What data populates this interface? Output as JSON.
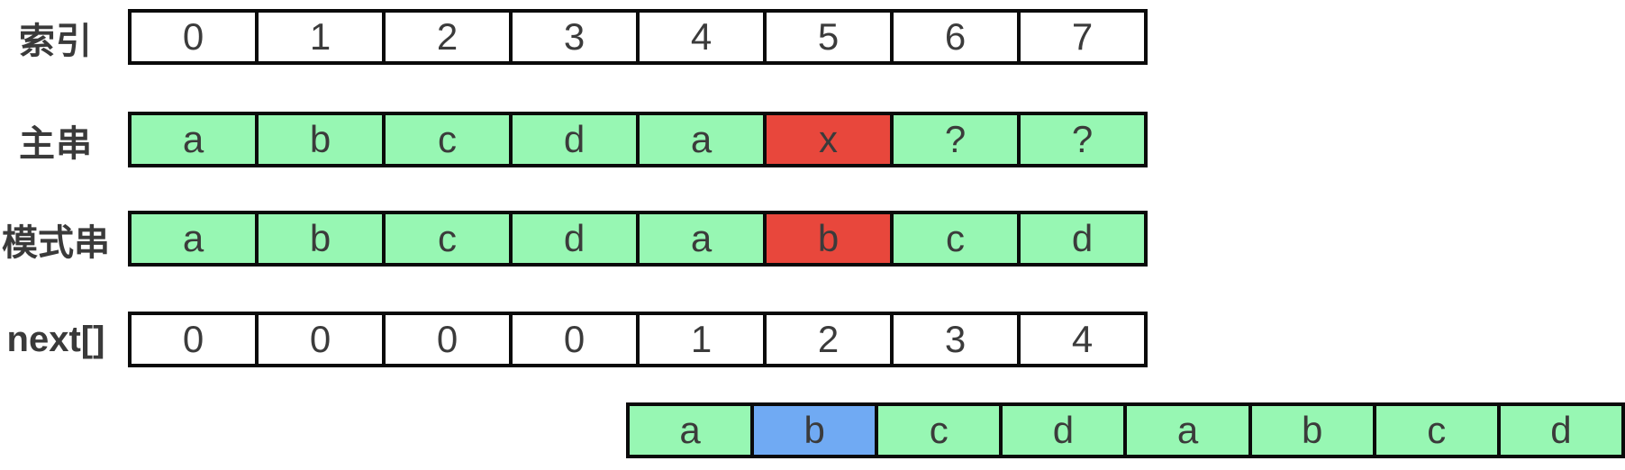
{
  "diagram": {
    "description": "KMP string matching shift illustration",
    "colors": {
      "background": "#ffffff",
      "border": "#0a0a0a",
      "label_text": "#3a3a3a",
      "cell_text": "#3b3b3b",
      "cell_white": "#ffffff",
      "cell_green": "#97f7b3",
      "cell_red": "#e8473c",
      "cell_blue": "#70aaf3"
    },
    "rows": [
      {
        "id": "index",
        "label": "索引",
        "cells": [
          {
            "text": "0",
            "fill": "white"
          },
          {
            "text": "1",
            "fill": "white"
          },
          {
            "text": "2",
            "fill": "white"
          },
          {
            "text": "3",
            "fill": "white"
          },
          {
            "text": "4",
            "fill": "white"
          },
          {
            "text": "5",
            "fill": "white"
          },
          {
            "text": "6",
            "fill": "white"
          },
          {
            "text": "7",
            "fill": "white"
          }
        ]
      },
      {
        "id": "main-string",
        "label": "主串",
        "cells": [
          {
            "text": "a",
            "fill": "green"
          },
          {
            "text": "b",
            "fill": "green"
          },
          {
            "text": "c",
            "fill": "green"
          },
          {
            "text": "d",
            "fill": "green"
          },
          {
            "text": "a",
            "fill": "green"
          },
          {
            "text": "x",
            "fill": "red"
          },
          {
            "text": "?",
            "fill": "green"
          },
          {
            "text": "?",
            "fill": "green"
          }
        ]
      },
      {
        "id": "pattern-string",
        "label": "模式串",
        "cells": [
          {
            "text": "a",
            "fill": "green"
          },
          {
            "text": "b",
            "fill": "green"
          },
          {
            "text": "c",
            "fill": "green"
          },
          {
            "text": "d",
            "fill": "green"
          },
          {
            "text": "a",
            "fill": "green"
          },
          {
            "text": "b",
            "fill": "red"
          },
          {
            "text": "c",
            "fill": "green"
          },
          {
            "text": "d",
            "fill": "green"
          }
        ]
      },
      {
        "id": "next-array",
        "label": "next[]",
        "cells": [
          {
            "text": "0",
            "fill": "white"
          },
          {
            "text": "0",
            "fill": "white"
          },
          {
            "text": "0",
            "fill": "white"
          },
          {
            "text": "0",
            "fill": "white"
          },
          {
            "text": "1",
            "fill": "white"
          },
          {
            "text": "2",
            "fill": "white"
          },
          {
            "text": "3",
            "fill": "white"
          },
          {
            "text": "4",
            "fill": "white"
          }
        ]
      },
      {
        "id": "shifted-pattern",
        "label": "",
        "cells": [
          {
            "text": "a",
            "fill": "green"
          },
          {
            "text": "b",
            "fill": "blue"
          },
          {
            "text": "c",
            "fill": "green"
          },
          {
            "text": "d",
            "fill": "green"
          },
          {
            "text": "a",
            "fill": "green"
          },
          {
            "text": "b",
            "fill": "green"
          },
          {
            "text": "c",
            "fill": "green"
          },
          {
            "text": "d",
            "fill": "green"
          }
        ]
      }
    ]
  }
}
